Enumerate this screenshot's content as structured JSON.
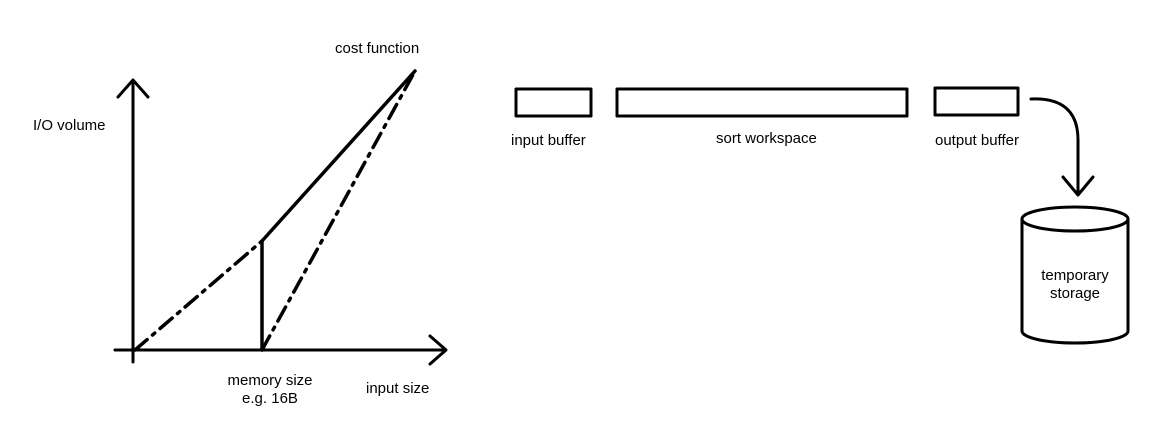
{
  "graph": {
    "y_axis_label": "I/O volume",
    "x_axis_label": "input size",
    "curve_label": "cost function",
    "marker_label_line1": "memory size",
    "marker_label_line2": "e.g. 16B"
  },
  "pipeline": {
    "input_buffer_label": "input buffer",
    "sort_workspace_label": "sort workspace",
    "output_buffer_label": "output buffer",
    "storage_label_line1": "temporary",
    "storage_label_line2": "storage"
  },
  "colors": {
    "stroke": "#000000",
    "background": "#ffffff"
  }
}
